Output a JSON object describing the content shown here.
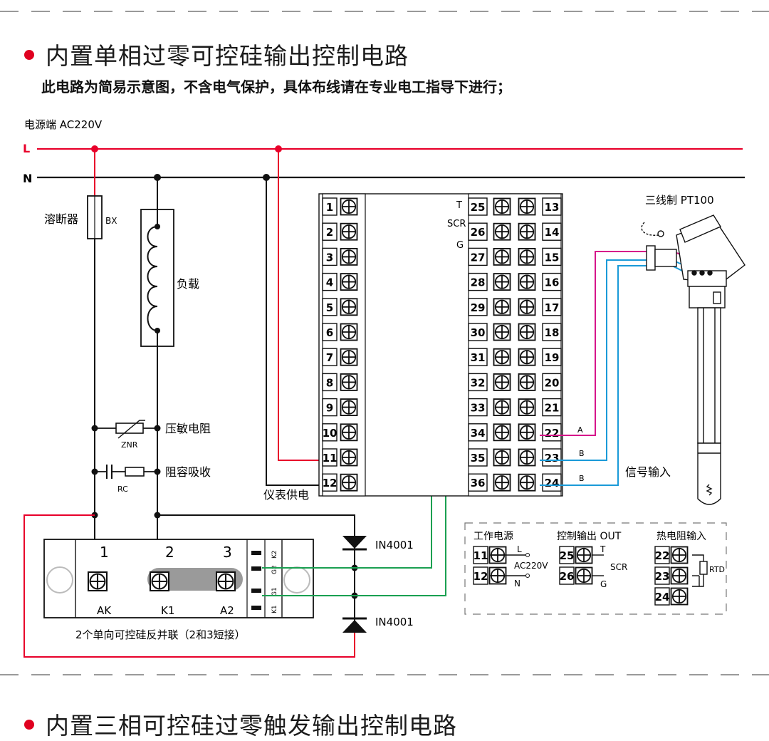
{
  "section1": {
    "title": "内置单相过零可控硅输出控制电路",
    "note": "此电路为简易示意图，不含电气保护，具体布线请在专业电工指导下进行；"
  },
  "section2": {
    "title": "内置三相可控硅过零触发输出控制电路"
  },
  "diagram": {
    "power_label": "电源端  AC220V",
    "L": "L",
    "N": "N",
    "fuse": "溶断器",
    "fuse_code": "BX",
    "load": "负载",
    "varistor": "压敏电阻",
    "znr": "ZNR",
    "rc_absorb": "阻容吸收",
    "rc": "RC",
    "meter_power": "仪表供电",
    "scr_caption": "2个单向可控硅反并联（2和3短接）",
    "scr_num1": "1",
    "scr_num2": "2",
    "scr_num3": "3",
    "scr_AK": "AK",
    "scr_K1": "K1",
    "scr_A2": "A2",
    "scr_pins": [
      "K2",
      "G2",
      "G1",
      "K1"
    ],
    "diode1": "IN4001",
    "diode2": "IN4001",
    "left_terminals": [
      "1",
      "2",
      "3",
      "4",
      "5",
      "6",
      "7",
      "8",
      "9",
      "10",
      "11",
      "12"
    ],
    "mid_terminals": [
      "25",
      "26",
      "27",
      "28",
      "29",
      "30",
      "31",
      "32",
      "33",
      "34",
      "35",
      "36"
    ],
    "right_terminals": [
      "13",
      "14",
      "15",
      "16",
      "17",
      "18",
      "19",
      "20",
      "21",
      "22",
      "23",
      "24"
    ],
    "T": "T",
    "SCR": "SCR",
    "G": "G",
    "pt100": "三线制  PT100",
    "sig_A": "A",
    "sig_B1": "B",
    "sig_B2": "B",
    "signal_input": "信号输入",
    "legend": {
      "power_title": "工作电源",
      "power_L": "L",
      "power_ac": "AC220V",
      "power_N": "N",
      "power_t1": "11",
      "power_t2": "12",
      "out_title": "控制输出 OUT",
      "out_t1": "25",
      "out_t2": "26",
      "out_T": "T",
      "out_SCR": "SCR",
      "out_G": "G",
      "rtd_title": "热电阻输入",
      "rtd_t1": "22",
      "rtd_t2": "23",
      "rtd_t3": "24",
      "rtd": "RTD"
    },
    "colors": {
      "live": "#e8002a",
      "neutral": "#111111",
      "green": "#1aa051",
      "magenta": "#d6158a",
      "blue": "#1a9ad8"
    }
  }
}
